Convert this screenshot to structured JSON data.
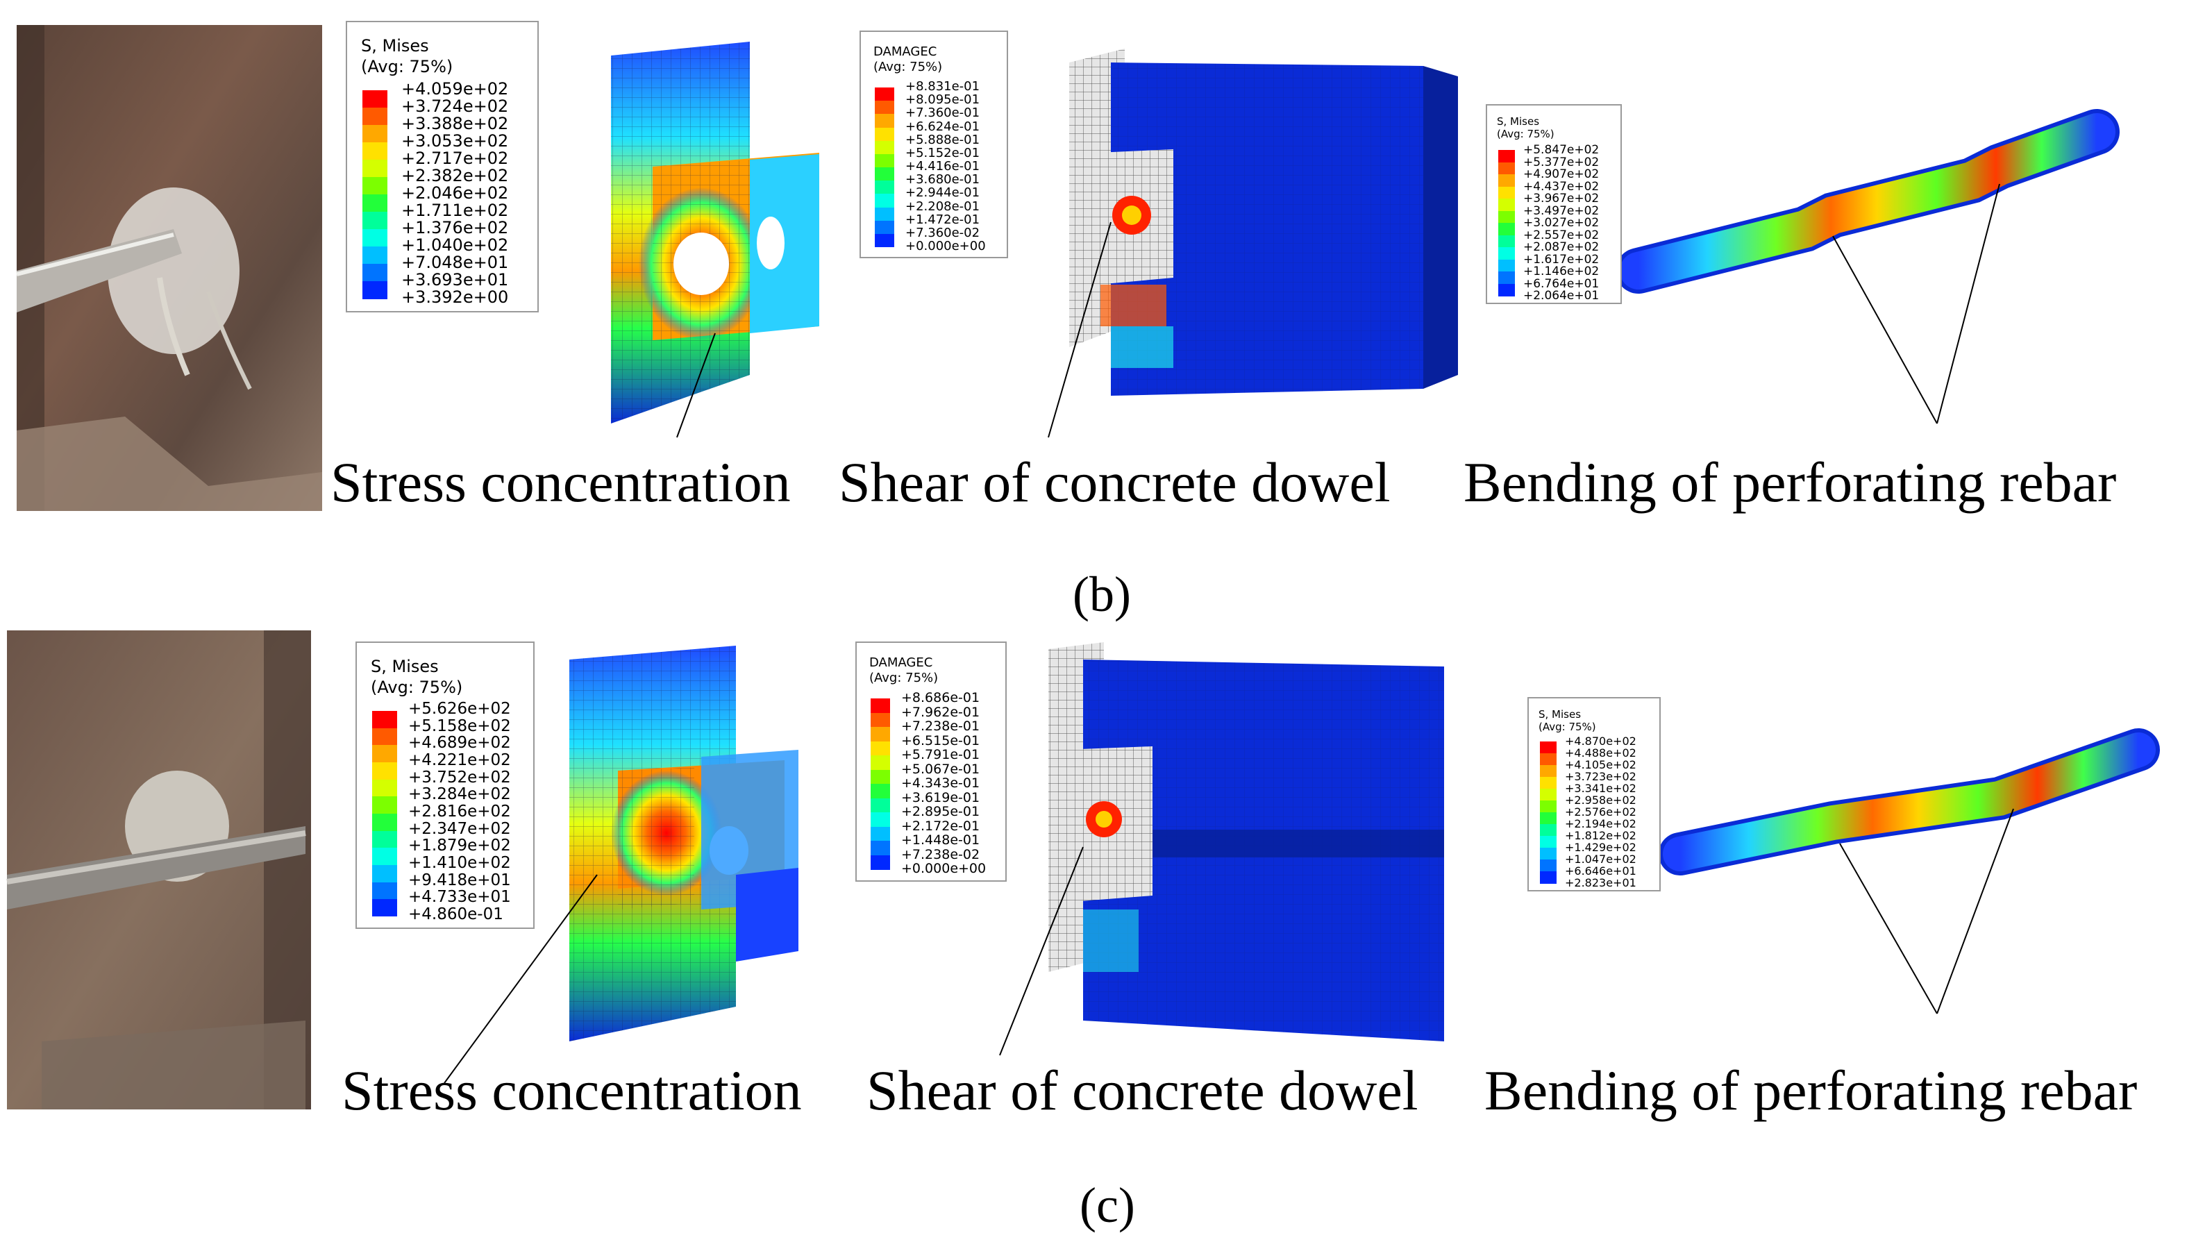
{
  "colors": {
    "contour": [
      "#ff0000",
      "#ff5a00",
      "#ffa800",
      "#ffe100",
      "#d4ff00",
      "#7cff00",
      "#22ff3a",
      "#00ff9a",
      "#00ffe4",
      "#00bfff",
      "#0074ff",
      "#0028ff",
      "#0000b8"
    ],
    "mesh_blue": "#0a2bd6",
    "mesh_grey": "#e4e4e4"
  },
  "row_b": {
    "panel_label": "(b)",
    "captions": [
      "Stress concentration",
      "Shear of concrete dowel",
      "Bending of perforating rebar"
    ],
    "legend1": {
      "title": [
        "S, Mises",
        "(Avg: 75%)"
      ],
      "values": [
        "+4.059e+02",
        "+3.724e+02",
        "+3.388e+02",
        "+3.053e+02",
        "+2.717e+02",
        "+2.382e+02",
        "+2.046e+02",
        "+1.711e+02",
        "+1.376e+02",
        "+1.040e+02",
        "+7.048e+01",
        "+3.693e+01",
        "+3.392e+00"
      ]
    },
    "legend2": {
      "title": [
        "DAMAGEC",
        "(Avg: 75%)"
      ],
      "values": [
        "+8.831e-01",
        "+8.095e-01",
        "+7.360e-01",
        "+6.624e-01",
        "+5.888e-01",
        "+5.152e-01",
        "+4.416e-01",
        "+3.680e-01",
        "+2.944e-01",
        "+2.208e-01",
        "+1.472e-01",
        "+7.360e-02",
        "+0.000e+00"
      ]
    },
    "legend3": {
      "title": [
        "S, Mises",
        "(Avg: 75%)"
      ],
      "values": [
        "+5.847e+02",
        "+5.377e+02",
        "+4.907e+02",
        "+4.437e+02",
        "+3.967e+02",
        "+3.497e+02",
        "+3.027e+02",
        "+2.557e+02",
        "+2.087e+02",
        "+1.617e+02",
        "+1.146e+02",
        "+6.764e+01",
        "+2.064e+01"
      ]
    }
  },
  "row_c": {
    "panel_label": "(c)",
    "captions": [
      "Stress concentration",
      "Shear of concrete dowel",
      "Bending of perforating rebar"
    ],
    "legend1": {
      "title": [
        "S, Mises",
        "(Avg: 75%)"
      ],
      "values": [
        "+5.626e+02",
        "+5.158e+02",
        "+4.689e+02",
        "+4.221e+02",
        "+3.752e+02",
        "+3.284e+02",
        "+2.816e+02",
        "+2.347e+02",
        "+1.879e+02",
        "+1.410e+02",
        "+9.418e+01",
        "+4.733e+01",
        "+4.860e-01"
      ]
    },
    "legend2": {
      "title": [
        "DAMAGEC",
        "(Avg: 75%)"
      ],
      "values": [
        "+8.686e-01",
        "+7.962e-01",
        "+7.238e-01",
        "+6.515e-01",
        "+5.791e-01",
        "+5.067e-01",
        "+4.343e-01",
        "+3.619e-01",
        "+2.895e-01",
        "+2.172e-01",
        "+1.448e-01",
        "+7.238e-02",
        "+0.000e+00"
      ]
    },
    "legend3": {
      "title": [
        "S, Mises",
        "(Avg: 75%)"
      ],
      "values": [
        "+4.870e+02",
        "+4.488e+02",
        "+4.105e+02",
        "+3.723e+02",
        "+3.341e+02",
        "+2.958e+02",
        "+2.576e+02",
        "+2.194e+02",
        "+1.812e+02",
        "+1.429e+02",
        "+1.047e+02",
        "+6.646e+01",
        "+2.823e+01"
      ]
    }
  }
}
